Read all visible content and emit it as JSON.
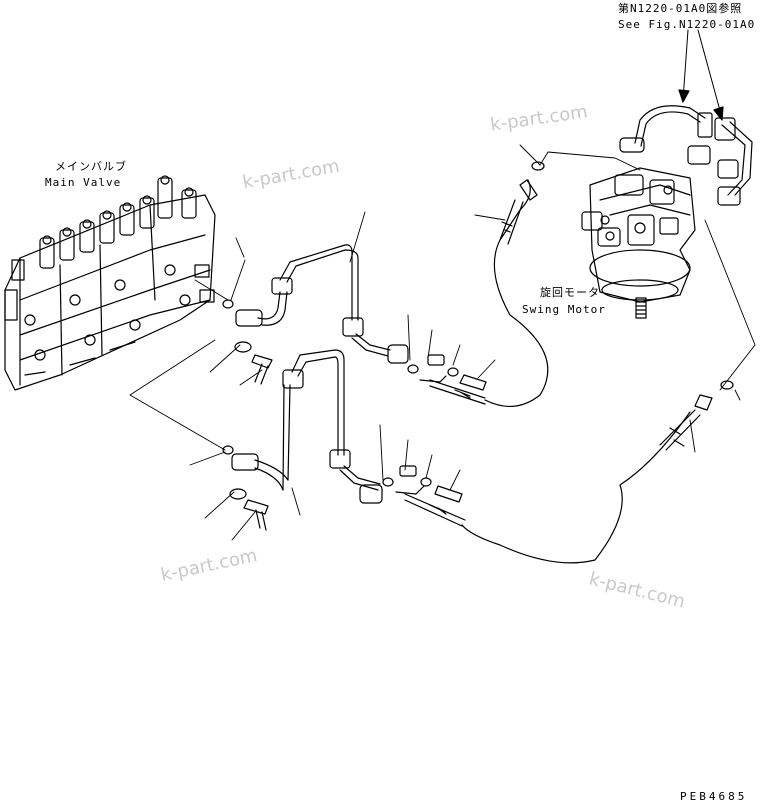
{
  "ref_note_jp": "第N1220-01A0図参照",
  "ref_note_en": "See Fig.N1220-01A0",
  "main_valve_jp": "メインバルブ",
  "main_valve_en": "Main Valve",
  "swing_motor_jp": "旋回モータ",
  "swing_motor_en": "Swing Motor",
  "watermark": "k-part.com",
  "drawing_code": "PEB4685",
  "colors": {
    "line": "#000000",
    "watermark": "#c9c9c9",
    "background": "#ffffff"
  }
}
